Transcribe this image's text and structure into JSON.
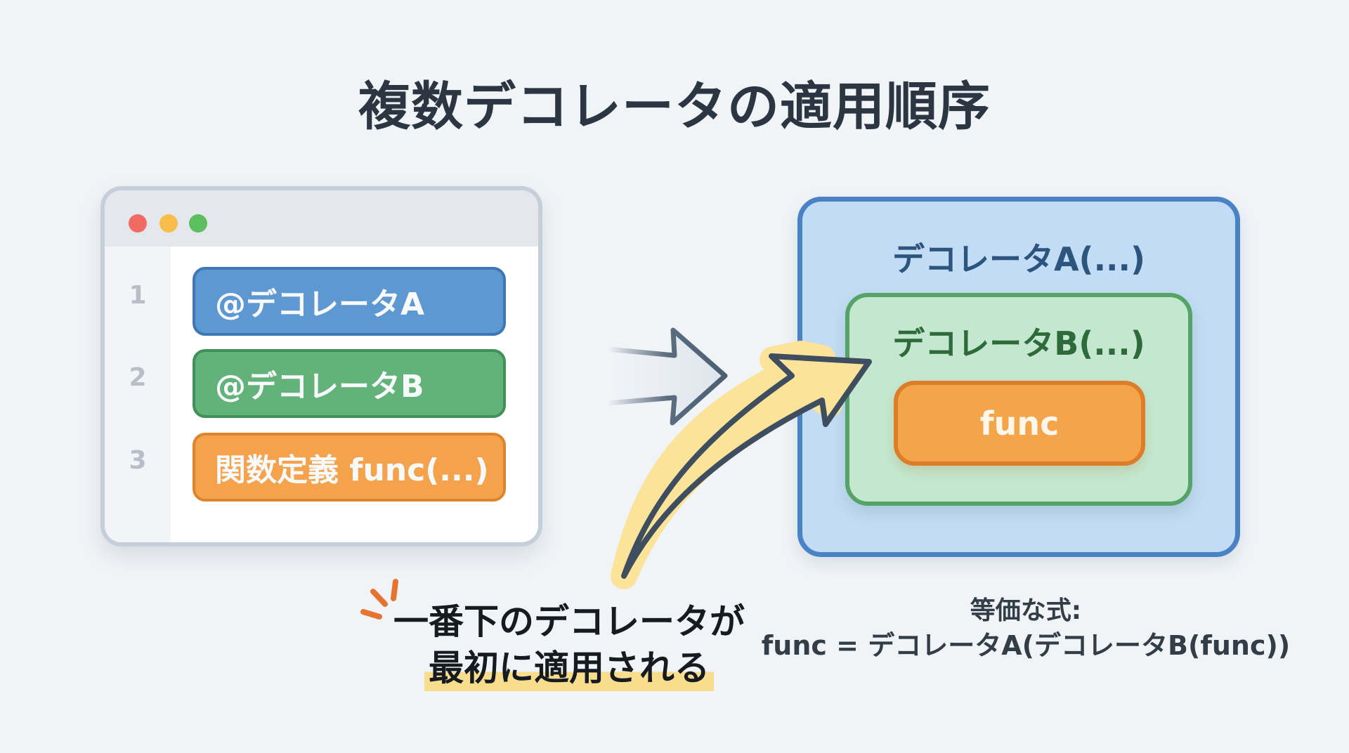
{
  "title": "複数デコレータの適用順序",
  "editor": {
    "window_controls": [
      "close",
      "minimize",
      "maximize"
    ],
    "lines": [
      {
        "number": "1",
        "code": "@デコレータA",
        "color": "#5e98d2"
      },
      {
        "number": "2",
        "code": "@デコレータB",
        "color": "#62b27a"
      },
      {
        "number": "3",
        "code": "関数定義 func(...)",
        "color": "#f4a34c"
      }
    ]
  },
  "nested": {
    "outer_label": "デコレータA(...)",
    "inner_label": "デコレータB(...)",
    "core_label": "func",
    "colors": {
      "outer": "#c3dcf6",
      "inner": "#c4e8cf",
      "core": "#f5a549"
    }
  },
  "annotation": {
    "line1": "一番下のデコレータが",
    "line2": "最初に適用される",
    "highlight_color": "#f8dd8c"
  },
  "equivalent": {
    "heading": "等価な式:",
    "expression": "func = デコレータA(デコレータB(func))"
  },
  "icons": {
    "transform_arrow": "arrow-right-icon",
    "apply_arrow": "curved-arrow-icon",
    "emphasis": "sparkle-lines-icon"
  }
}
